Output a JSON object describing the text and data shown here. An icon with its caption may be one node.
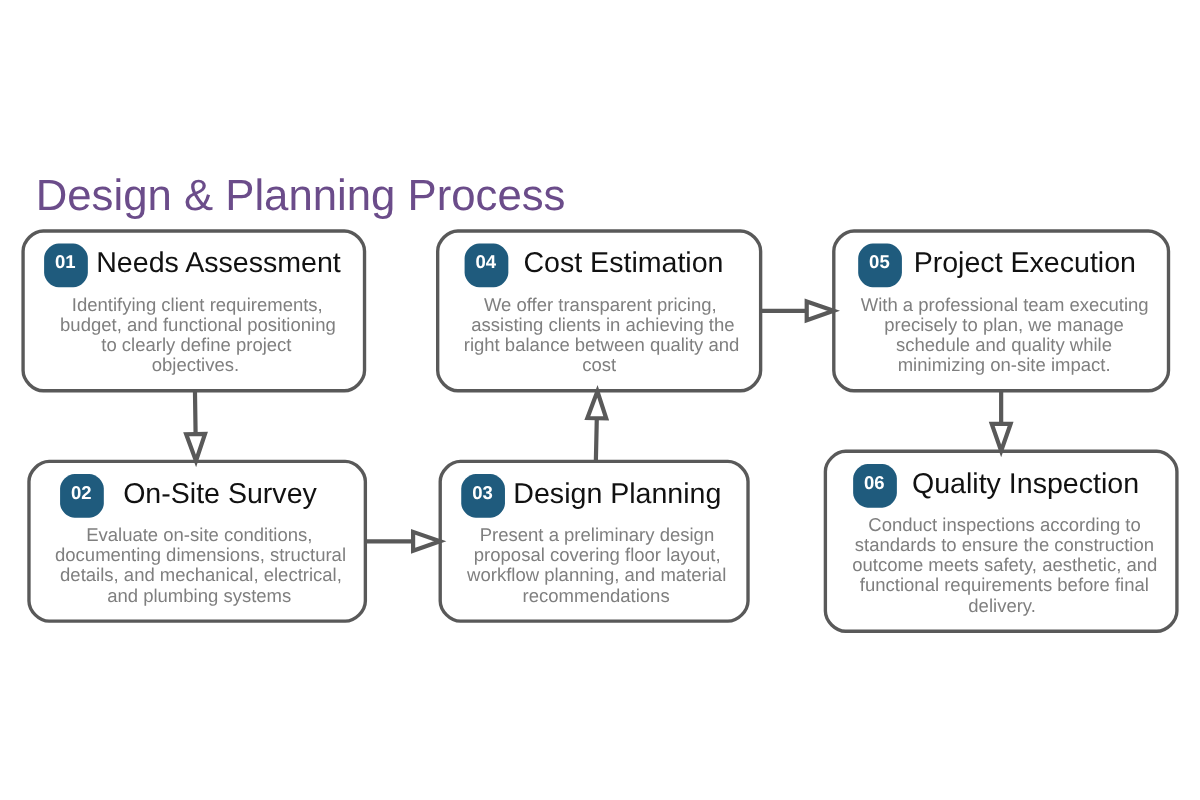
{
  "diagram": {
    "title": "Design & Planning Process",
    "nodes": [
      {
        "text": [
          "01",
          "Needs Assessment",
          "Identifying client requirements, budget, and functional positioning to clearly define project objectives."
        ]
      },
      {
        "text": [
          "02",
          "On-Site Survey",
          "Evaluate on-site conditions, documenting dimensions, structural details, and mechanical, electrical, and plumbing systems"
        ]
      },
      {
        "text": [
          "03",
          "Design Planning",
          "Present a preliminary design proposal covering floor layout, workflow planning, and material recommendations"
        ]
      },
      {
        "text": [
          "04",
          "Cost Estimation",
          "We offer transparent pricing, assisting clients in achieving the right balance between quality and cost"
        ]
      },
      {
        "text": [
          "05",
          "Project Execution",
          "With a professional team executing precisely to plan, we manage schedule and quality while minimizing on-site impact."
        ]
      },
      {
        "text": [
          "06",
          "Quality Inspection",
          "Conduct inspections according to standards to ensure the construction outcome meets safety, aesthetic, and functional requirements before final delivery."
        ]
      }
    ],
    "edges": [
      {
        "from": 0,
        "to": 1,
        "arrow": "to"
      },
      {
        "from": 1,
        "to": 2,
        "arrow": "to"
      },
      {
        "from": 2,
        "to": 3,
        "arrow": "to"
      },
      {
        "from": 3,
        "to": 4,
        "arrow": "to"
      },
      {
        "from": 4,
        "to": 5,
        "arrow": "to"
      }
    ]
  }
}
